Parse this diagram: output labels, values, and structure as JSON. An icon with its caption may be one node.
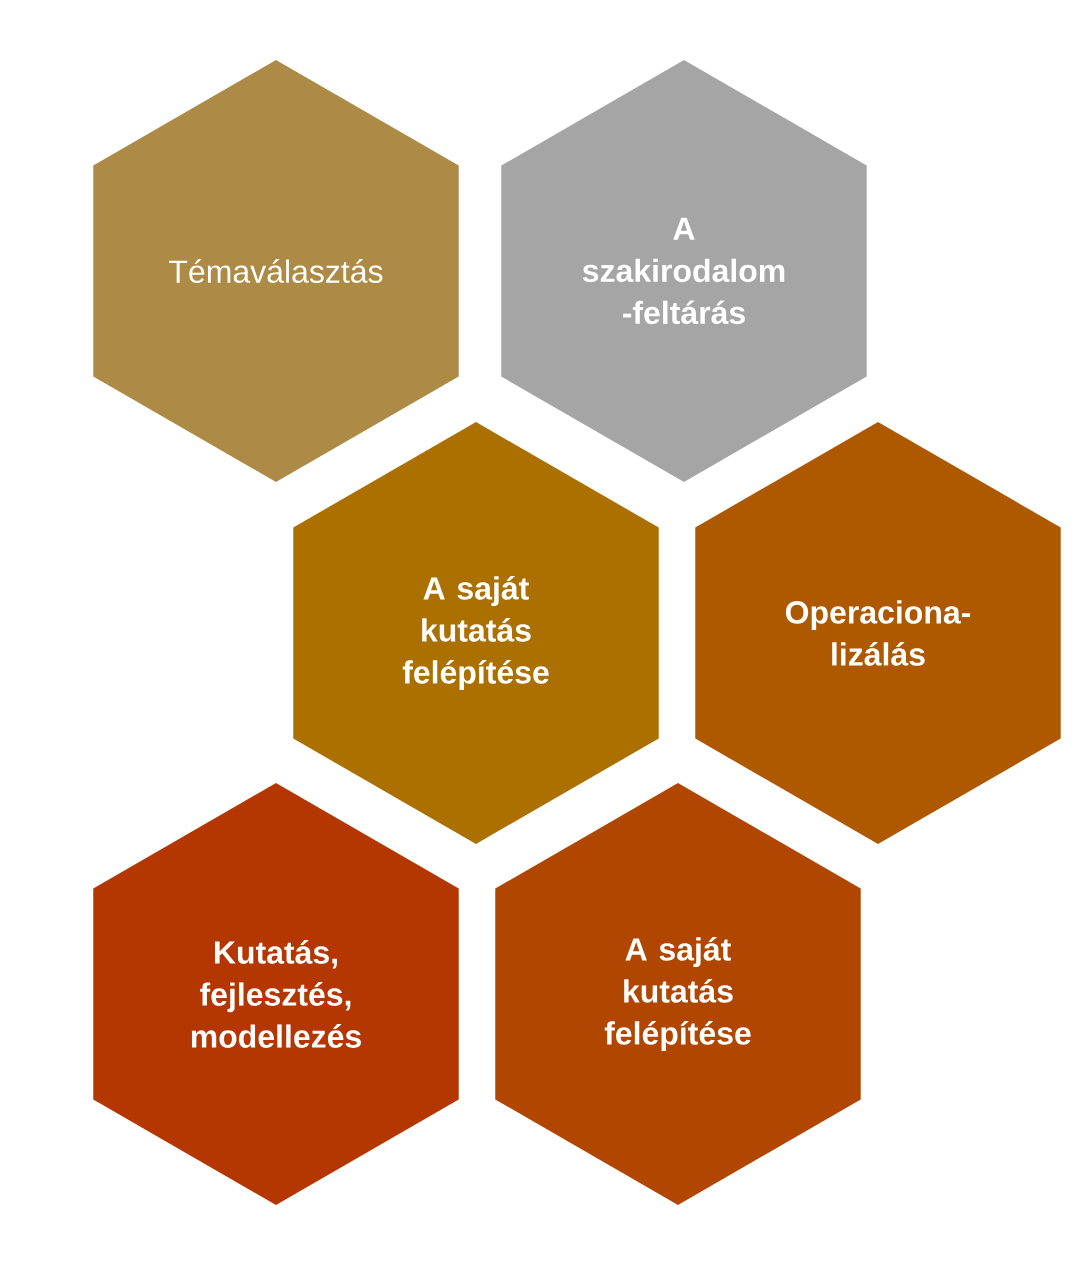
{
  "diagram": {
    "nodes": [
      {
        "text": [
          "Témaválasztás"
        ]
      },
      {
        "text": [
          "A szakirodalom -feltárás"
        ]
      },
      {
        "text": [
          "A saját kutatás felépítése"
        ]
      },
      {
        "text": [
          "Operaciona- lizálás"
        ]
      },
      {
        "text": [
          "Kutatás, fejlesztés, modellezés"
        ]
      },
      {
        "text": [
          "A saját kutatás felépítése"
        ]
      }
    ]
  }
}
